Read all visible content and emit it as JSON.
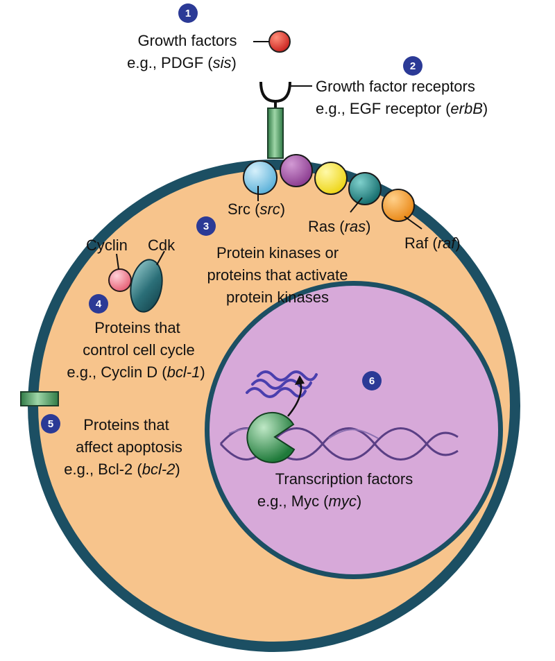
{
  "steps": {
    "s1": {
      "number": "1",
      "line1": "Growth factors",
      "line2_prefix": "e.g., PDGF (",
      "line2_italic": "sis",
      "line2_suffix": ")"
    },
    "s2": {
      "number": "2",
      "line1": "Growth factor receptors",
      "line2_prefix": "e.g., EGF receptor (",
      "line2_italic": "erbB",
      "line2_suffix": ")"
    },
    "s3": {
      "number": "3",
      "line1": "Protein kinases or",
      "line2": "proteins that activate",
      "line3": "protein kinases"
    },
    "s4": {
      "number": "4",
      "line1": "Proteins that",
      "line2": "control cell cycle",
      "line3_prefix": "e.g., Cyclin D (",
      "line3_italic": "bcl-1",
      "line3_suffix": ")"
    },
    "s5": {
      "number": "5",
      "line1": "Proteins that",
      "line2": "affect apoptosis",
      "line3_prefix": "e.g., Bcl-2 (",
      "line3_italic": "bcl-2",
      "line3_suffix": ")"
    },
    "s6": {
      "number": "6",
      "line1": "Transcription factors",
      "line2_prefix": "e.g., Myc (",
      "line2_italic": "myc",
      "line2_suffix": ")"
    }
  },
  "kinases": {
    "src": {
      "name": "Src (",
      "gene": "src",
      "close": ")"
    },
    "ras": {
      "name": "Ras (",
      "gene": "ras",
      "close": ")"
    },
    "raf": {
      "name": "Raf (",
      "gene": "raf",
      "close": ")"
    }
  },
  "cell_cycle": {
    "cyclin": "Cyclin",
    "cdk": "Cdk"
  },
  "colors": {
    "cytoplasm": "#f7c48c",
    "membrane": "#1c4f63",
    "nucleus": "#d7a9d9",
    "nucleus_border": "#1c4f63",
    "growth_factor": "#e0322e",
    "receptor": "#4c9c63",
    "src": "#7fc6e6",
    "purple_protein": "#a455a8",
    "yellow_protein": "#f5e226",
    "ras": "#1e8e8c",
    "raf": "#f39a28",
    "cyclin": "#f07a8a",
    "cdk": "#1d5b66",
    "number_badge": "#2b3a96",
    "rna": "#4a3fae",
    "tf": "#2f8f4a",
    "dna": "#5a3f85"
  }
}
